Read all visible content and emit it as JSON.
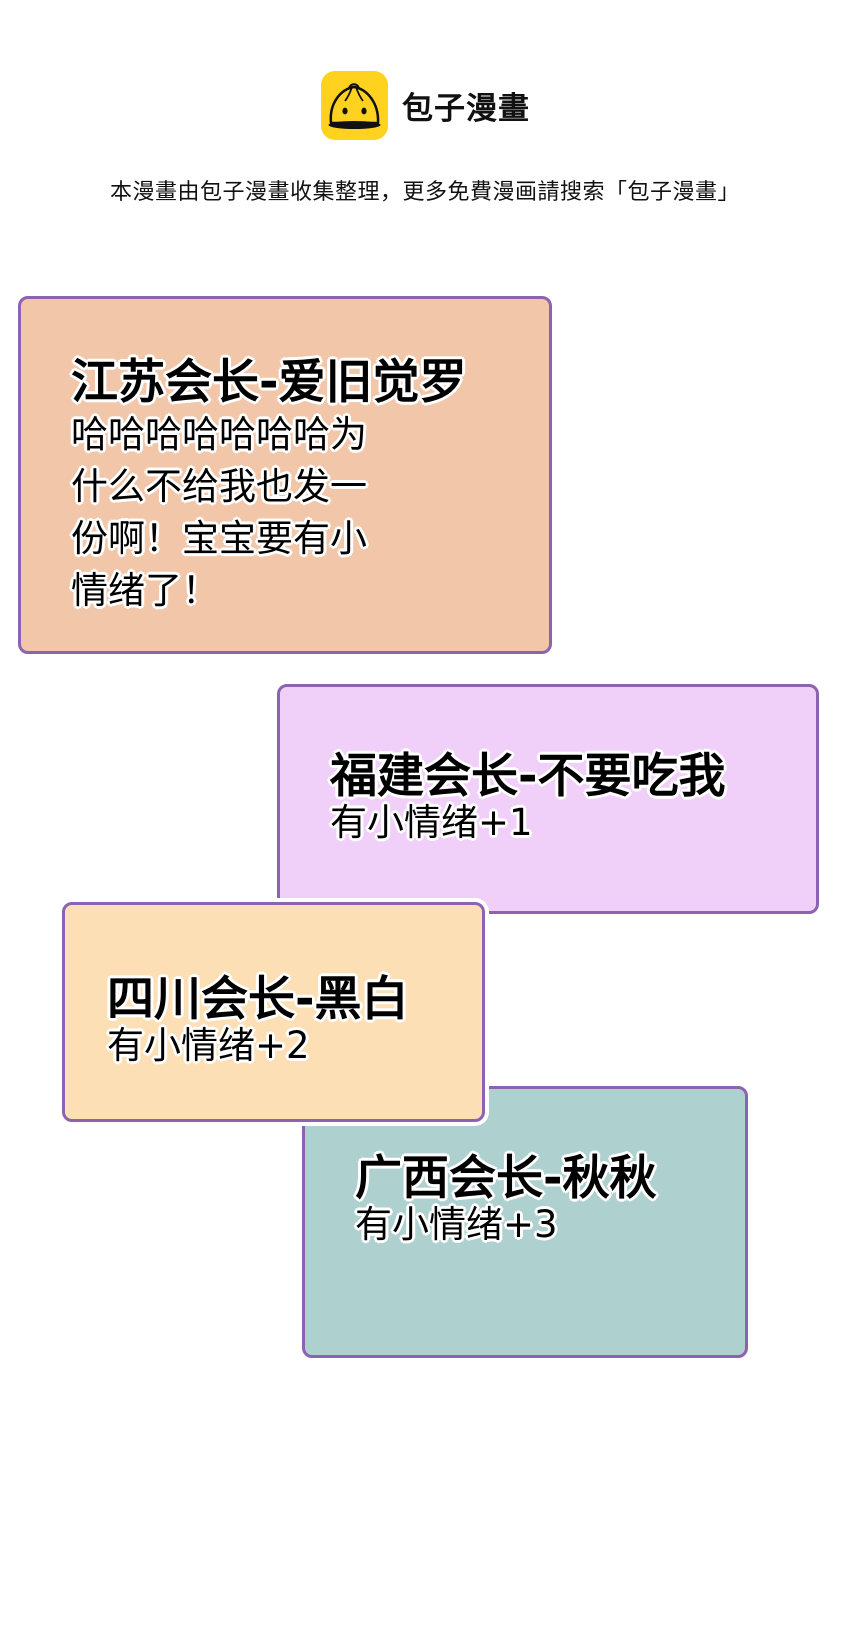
{
  "header": {
    "logo_icon": "bun-mascot-icon",
    "brand_name": "包子漫畫",
    "banner_text": "本漫畫由包子漫畫收集整理，更多免費漫画請搜索「包子漫畫」"
  },
  "colors": {
    "logo_bg": "#FFD21F",
    "card_border": "#8B63B0",
    "jiangsu_bg": "#F2C6A9",
    "fujian_bg": "#F0D0F8",
    "sichuan_bg": "#FDDFB6",
    "guangxi_bg": "#AED0CE"
  },
  "cards": [
    {
      "id": "jiangsu",
      "title": "江苏会长-爱旧觉罗",
      "body": "哈哈哈哈哈哈哈为\n什么不给我也发一\n份啊！宝宝要有小\n情绪了！"
    },
    {
      "id": "fujian",
      "title": "福建会长-不要吃我",
      "body": "有小情绪+1"
    },
    {
      "id": "sichuan",
      "title": "四川会长-黑白",
      "body": "有小情绪+2"
    },
    {
      "id": "guangxi",
      "title": "广西会长-秋秋",
      "body": "有小情绪+3"
    }
  ]
}
